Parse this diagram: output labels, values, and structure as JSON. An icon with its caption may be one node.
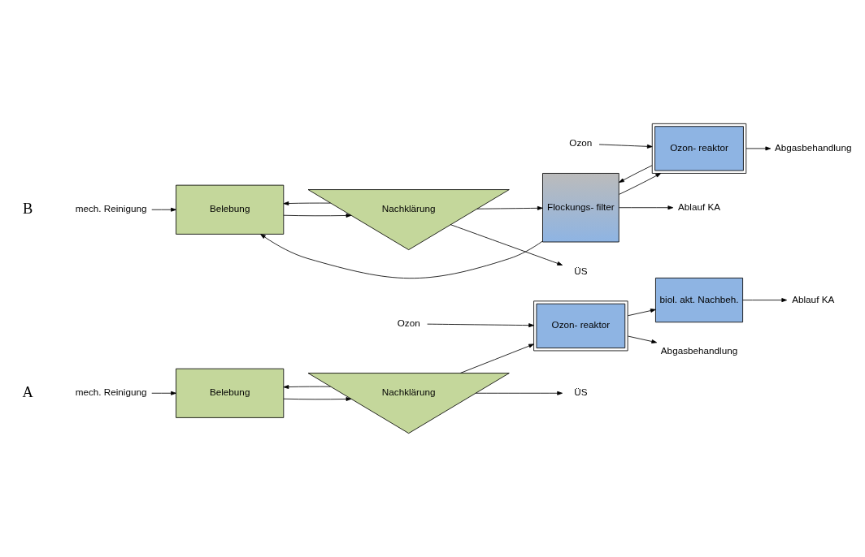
{
  "diagram": {
    "nodes": [
      {
        "text": [
          "mech. Reinigung"
        ]
      },
      {
        "text": [
          "Belebung"
        ]
      },
      {
        "text": [
          "Nachklärung"
        ]
      },
      {
        "text": [
          "Ozon- reaktor"
        ]
      },
      {
        "text": [
          "biol. akt. Nachbeh."
        ]
      },
      {
        "text": [
          "Ablauf KA"
        ]
      },
      {
        "text": [
          "ÜS"
        ]
      },
      {
        "text": [
          "Ozon"
        ]
      },
      {
        "text": [
          "Abgasbehandlung"
        ]
      },
      {
        "text": [
          "mech. Reinigung"
        ]
      },
      {
        "text": [
          "Belebung"
        ]
      },
      {
        "text": [
          "Nachklärung"
        ]
      },
      {
        "text": [
          "Flockungs- filter"
        ]
      },
      {
        "text": [
          "Ozon- reaktor"
        ]
      },
      {
        "text": [
          "Ablauf KA"
        ]
      },
      {
        "text": [
          "ÜS"
        ]
      },
      {
        "text": [
          "Ozon"
        ]
      },
      {
        "text": [
          "Abgasbehandlung"
        ]
      }
    ],
    "edges": [
      {
        "from": 0,
        "to": 1,
        "arrow": "to"
      },
      {
        "from": 1,
        "to": 2,
        "arrow": "to"
      },
      {
        "from": 2,
        "to": 3,
        "arrow": "to"
      },
      {
        "from": 3,
        "to": 4,
        "arrow": "to"
      },
      {
        "from": 4,
        "to": 5,
        "arrow": "to"
      },
      {
        "from": 2,
        "to": 6,
        "arrow": "to"
      },
      {
        "from": 2,
        "to": 1,
        "arrow": "to"
      },
      {
        "from": 7,
        "to": 3,
        "arrow": "to"
      },
      {
        "from": 3,
        "to": 8,
        "arrow": "to"
      },
      {
        "from": 9,
        "to": 10,
        "arrow": "to"
      },
      {
        "from": 10,
        "to": 11,
        "arrow": "to"
      },
      {
        "from": 11,
        "to": 12,
        "arrow": "to"
      },
      {
        "from": 12,
        "to": 14,
        "arrow": "to"
      },
      {
        "from": 12,
        "to": 13,
        "arrow": "to"
      },
      {
        "from": 11,
        "to": 15,
        "arrow": "to"
      },
      {
        "from": 11,
        "to": 10,
        "arrow": "to"
      },
      {
        "from": 16,
        "to": 13,
        "arrow": "to"
      },
      {
        "from": 13,
        "to": 17,
        "arrow": "to"
      },
      {
        "from": 13,
        "to": 12,
        "arrow": "to"
      },
      {
        "from": 12,
        "to": 10,
        "arrow": "to"
      }
    ],
    "labels": [
      "A",
      "B"
    ]
  }
}
